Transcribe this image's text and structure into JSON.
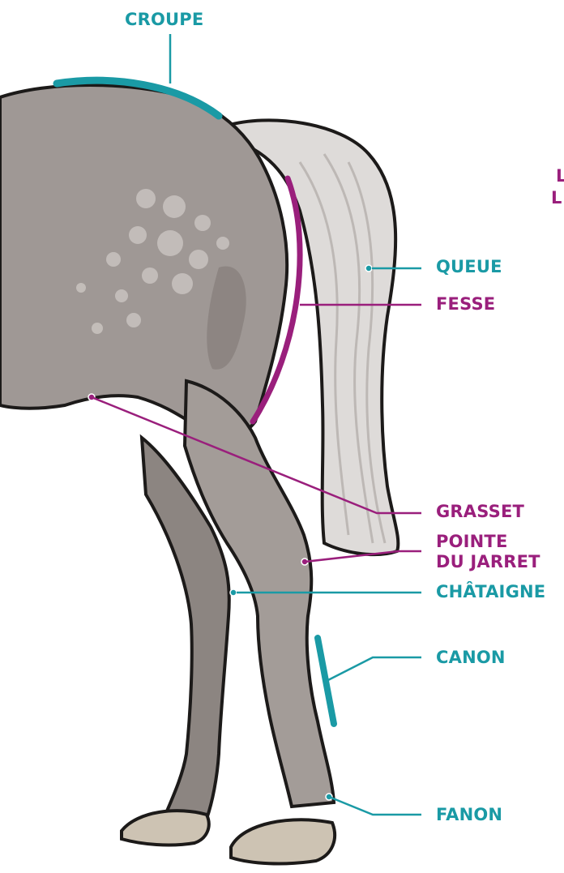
{
  "colors": {
    "teal": "#1a9aa5",
    "magenta": "#9a1f7c",
    "coat": "#9f9895",
    "coat_shadow": "#7d7672",
    "tail": "#dedbd9",
    "hoof": "#cdc3b3",
    "outline": "#1c1a19"
  },
  "labels": {
    "croupe": "CROUPE",
    "queue": "QUEUE",
    "fesse": "FESSE",
    "grasset": "GRASSET",
    "pointe_jarret_line1": "POINTE",
    "pointe_jarret_line2": "DU JARRET",
    "chataigne": "CHÂTAIGNE",
    "canon": "CANON",
    "fanon": "FANON",
    "cut_text_line1": "L",
    "cut_text_line2": "L"
  },
  "label_colors": {
    "croupe": "teal",
    "queue": "teal",
    "fesse": "magenta",
    "grasset": "magenta",
    "pointe_jarret": "magenta",
    "chataigne": "teal",
    "canon": "teal",
    "fanon": "teal"
  }
}
